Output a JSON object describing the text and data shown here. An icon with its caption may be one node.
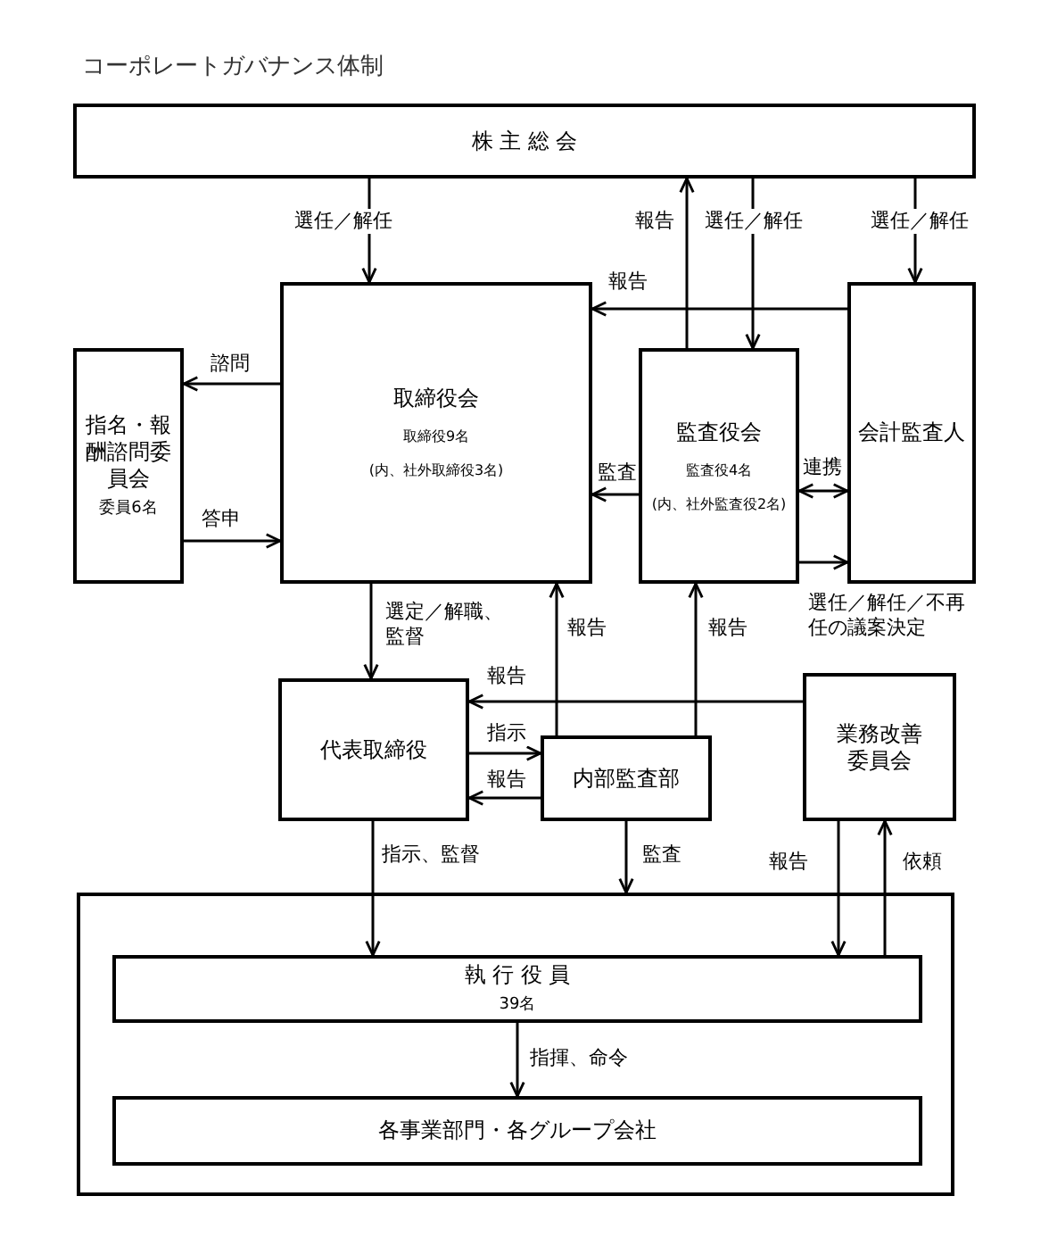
{
  "diagram": {
    "title": "コーポレートガバナンス体制",
    "nodes": [
      {
        "text": [
          "株 主 総 会"
        ]
      },
      {
        "text": [
          "指名・報酬諮問委員会",
          "委員6名"
        ]
      },
      {
        "text": [
          "取締役会",
          "取締役9名",
          "(内、社外取締役3名)"
        ]
      },
      {
        "text": [
          "監査役会",
          "監査役4名",
          "(内、社外監査役2名)"
        ]
      },
      {
        "text": [
          "会計監査人"
        ]
      },
      {
        "text": [
          "代表取締役"
        ]
      },
      {
        "text": [
          "内部監査部"
        ]
      },
      {
        "text": [
          "業務改善委員会"
        ]
      },
      {
        "text": [],
        "shape": "box"
      },
      {
        "text": [
          "執 行 役 員",
          "39名"
        ],
        "in": 8
      },
      {
        "text": [
          "各事業部門・各グループ会社"
        ],
        "in": 8
      }
    ],
    "edges": [
      {
        "from": 0,
        "to": 2,
        "arrow": "to",
        "label": "選任／解任"
      },
      {
        "from": 3,
        "to": 0,
        "arrow": "to",
        "label": "報告"
      },
      {
        "from": 0,
        "to": 3,
        "arrow": "to",
        "label": "選任／解任"
      },
      {
        "from": 0,
        "to": 4,
        "arrow": "to",
        "label": "選任／解任"
      },
      {
        "from": 4,
        "to": 2,
        "arrow": "to",
        "label": "報告"
      },
      {
        "from": 2,
        "to": 1,
        "arrow": "to",
        "label": "諮問"
      },
      {
        "from": 1,
        "to": 2,
        "arrow": "to",
        "label": "答申"
      },
      {
        "from": 3,
        "to": 2,
        "arrow": "to",
        "label": "監査"
      },
      {
        "from": 3,
        "to": 4,
        "arrow": "both",
        "label": "連携"
      },
      {
        "from": 3,
        "to": 4,
        "arrow": "to",
        "label": "選任／解任／不再任の議案決定"
      },
      {
        "from": 2,
        "to": 5,
        "arrow": "to",
        "label": "選定／解職、監督"
      },
      {
        "from": 6,
        "to": 2,
        "arrow": "to",
        "label": "報告"
      },
      {
        "from": 6,
        "to": 3,
        "arrow": "to",
        "label": "報告"
      },
      {
        "from": 7,
        "to": 5,
        "arrow": "to",
        "label": "報告"
      },
      {
        "from": 5,
        "to": 6,
        "arrow": "to",
        "label": "指示"
      },
      {
        "from": 6,
        "to": 5,
        "arrow": "to",
        "label": "報告"
      },
      {
        "from": 5,
        "to": 9,
        "arrow": "to",
        "label": "指示、監督"
      },
      {
        "from": 6,
        "to": 8,
        "arrow": "to",
        "label": "監査"
      },
      {
        "from": 7,
        "to": 9,
        "arrow": "to",
        "label": "報告"
      },
      {
        "from": 9,
        "to": 7,
        "arrow": "to",
        "label": "依頼"
      },
      {
        "from": 9,
        "to": 10,
        "arrow": "to",
        "label": "指揮、命令"
      }
    ]
  }
}
